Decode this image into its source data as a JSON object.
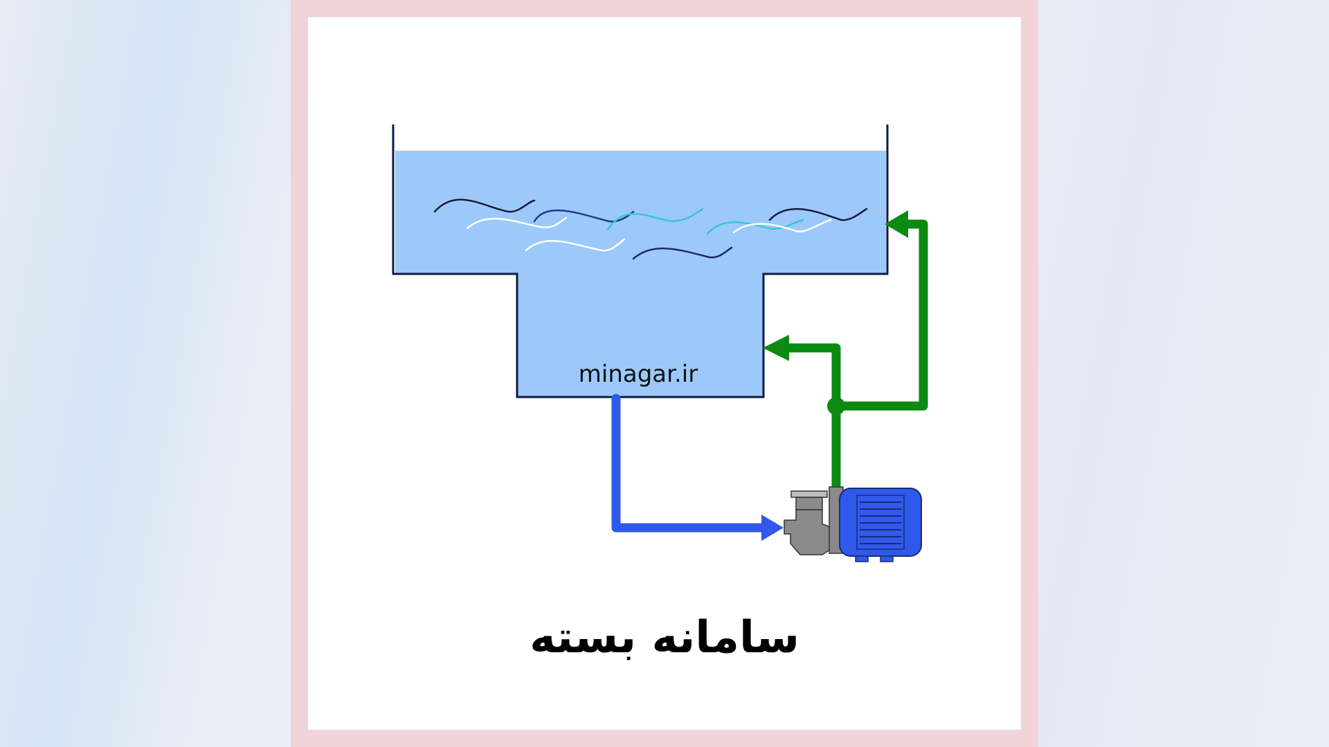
{
  "watermark": "minagar.ir",
  "caption": "سامانه بسته",
  "colors": {
    "background": "#e9edf6",
    "frame": "#f0d4d9",
    "card": "#ffffff",
    "water": "#9cc9fa",
    "tank_outline": "#0d1b3e",
    "suction_pipe": "#2f59ea",
    "return_pipe": "#0d8a12",
    "pump_body": "#8a8a8a",
    "motor": "#2f59ea"
  },
  "icons": [
    "tank",
    "pump-icon",
    "motor-icon",
    "arrow-icon"
  ]
}
